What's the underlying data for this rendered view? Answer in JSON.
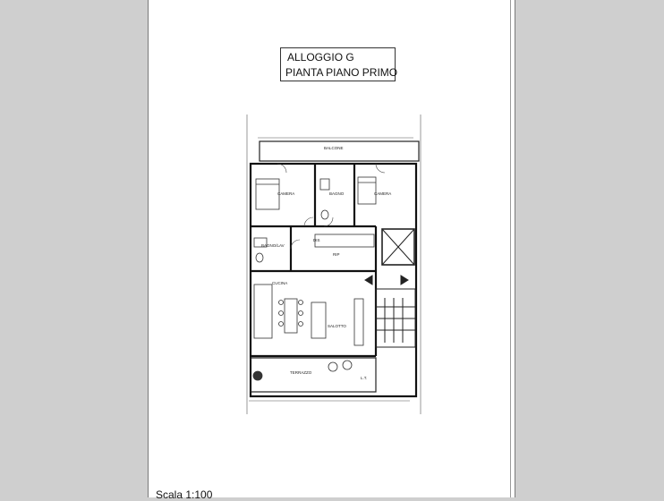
{
  "title": {
    "line1": "ALLOGGIO G",
    "line2": "PIANTA PIANO PRIMO"
  },
  "rooms": {
    "balcone": "BALCONE",
    "camera_left": "CAMERA",
    "bagno": "BAGNO",
    "camera_right": "CAMERA",
    "bagno_lav": "BAGNO/LAV",
    "dis": "DIS",
    "rip": "RIP",
    "cucina": "CUCINA",
    "salotto": "SALOTTO",
    "terrazzo": "TERRAZZO",
    "lt": "L.T."
  },
  "scale_label": "Scala 1:100"
}
